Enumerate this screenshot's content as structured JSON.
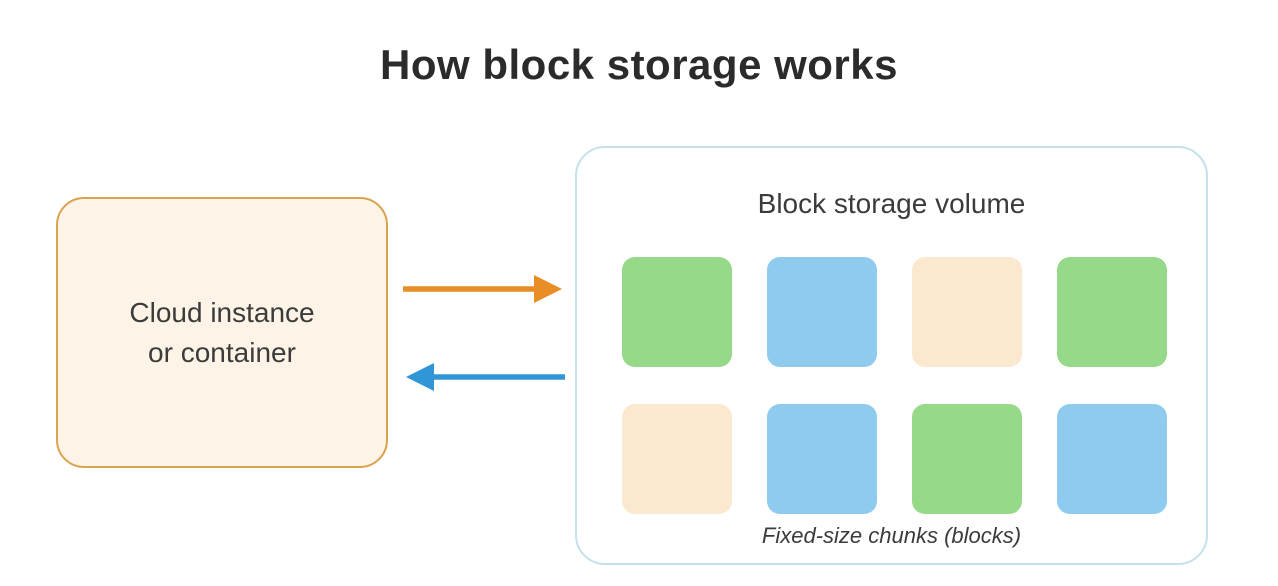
{
  "title": "How block storage works",
  "cloud_box": {
    "line1": "Cloud instance",
    "line2": "or container"
  },
  "arrows": {
    "to_storage": {
      "name": "write-arrow",
      "direction": "right",
      "color_key": "arrow_orange"
    },
    "from_storage": {
      "name": "read-arrow",
      "direction": "left",
      "color_key": "arrow_blue"
    }
  },
  "storage_box": {
    "title": "Block storage volume",
    "caption": "Fixed-size chunks (blocks)",
    "blocks": [
      "green",
      "blue",
      "cream",
      "green",
      "cream",
      "blue",
      "green",
      "blue"
    ]
  },
  "palette": {
    "green": "#96d988",
    "blue": "#8fcbee",
    "cream": "#fbe9cf",
    "arrow_orange": "#e98e27",
    "arrow_blue": "#3096d6",
    "cloud_box_fill": "#fdf4e7",
    "cloud_box_border": "#dba350",
    "storage_box_border": "#c5e1ee",
    "title_text": "#2b2b2b",
    "body_text": "#3b3b3b"
  }
}
